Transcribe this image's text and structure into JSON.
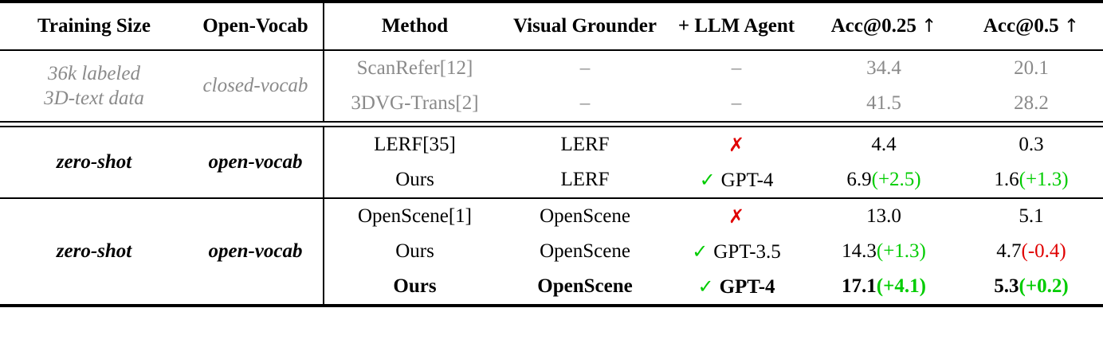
{
  "table": {
    "caption": "",
    "columns": [
      {
        "key": "training_size",
        "label": "Training Size"
      },
      {
        "key": "open_vocab",
        "label": "Open-Vocab"
      },
      {
        "key": "method",
        "label": "Method"
      },
      {
        "key": "visual_grounder",
        "label": "Visual Grounder"
      },
      {
        "key": "llm_agent",
        "label": "+ LLM Agent"
      },
      {
        "key": "acc25",
        "label": "Acc@0.25"
      },
      {
        "key": "acc50",
        "label": "Acc@0.5"
      }
    ],
    "header_arrow": "↑",
    "colors": {
      "muted": "#8a8a8a",
      "positive": "#00cc00",
      "negative": "#e00000",
      "rule": "#000000"
    },
    "symbols": {
      "check": "✓",
      "cross": "✗",
      "dash": "–"
    },
    "groups": [
      {
        "id": "supervised",
        "training_size": "36k labeled\n3D-text data",
        "training_size_line1": "36k labeled",
        "training_size_line2": "3D-text data",
        "open_vocab": "closed-vocab",
        "muted": true,
        "rows": [
          {
            "method": "ScanRefer[12]",
            "visual_grounder": "–",
            "llm_agent_mark": "–",
            "llm_agent_label": "",
            "acc25": "34.4",
            "acc25_delta": "",
            "acc50": "20.1",
            "acc50_delta": "",
            "bold": false
          },
          {
            "method": "3DVG-Trans[2]",
            "visual_grounder": "–",
            "llm_agent_mark": "–",
            "llm_agent_label": "",
            "acc25": "41.5",
            "acc25_delta": "",
            "acc50": "28.2",
            "acc50_delta": "",
            "bold": false
          }
        ]
      },
      {
        "id": "lerf",
        "training_size": "zero-shot",
        "open_vocab": "open-vocab",
        "muted": false,
        "rows": [
          {
            "method": "LERF[35]",
            "visual_grounder": "LERF",
            "llm_agent_mark": "✗",
            "llm_agent_label": "",
            "acc25": "4.4",
            "acc25_delta": "",
            "acc50": "0.3",
            "acc50_delta": "",
            "bold": false
          },
          {
            "method": "Ours",
            "visual_grounder": "LERF",
            "llm_agent_mark": "✓",
            "llm_agent_label": "GPT-4",
            "acc25": "6.9",
            "acc25_delta": "(+2.5)",
            "acc25_delta_sign": "pos",
            "acc50": "1.6",
            "acc50_delta": "(+1.3)",
            "acc50_delta_sign": "pos",
            "bold": false
          }
        ]
      },
      {
        "id": "openscene",
        "training_size": "zero-shot",
        "open_vocab": "open-vocab",
        "muted": false,
        "rows": [
          {
            "method": "OpenScene[1]",
            "visual_grounder": "OpenScene",
            "llm_agent_mark": "✗",
            "llm_agent_label": "",
            "acc25": "13.0",
            "acc25_delta": "",
            "acc50": "5.1",
            "acc50_delta": "",
            "bold": false
          },
          {
            "method": "Ours",
            "visual_grounder": "OpenScene",
            "llm_agent_mark": "✓",
            "llm_agent_label": "GPT-3.5",
            "acc25": "14.3",
            "acc25_delta": "(+1.3)",
            "acc25_delta_sign": "pos",
            "acc50": "4.7",
            "acc50_delta": "(-0.4)",
            "acc50_delta_sign": "neg",
            "bold": false
          },
          {
            "method": "Ours",
            "visual_grounder": "OpenScene",
            "llm_agent_mark": "✓",
            "llm_agent_label": "GPT-4",
            "acc25": "17.1",
            "acc25_delta": "(+4.1)",
            "acc25_delta_sign": "pos",
            "acc50": "5.3",
            "acc50_delta": "(+0.2)",
            "acc50_delta_sign": "pos",
            "bold": true
          }
        ]
      }
    ]
  }
}
